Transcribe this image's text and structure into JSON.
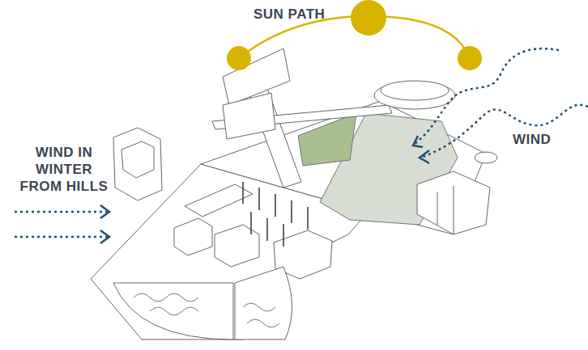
{
  "diagram": {
    "labels": [
      "SUN PATH",
      "WIND IN WINTER FROM HILLS",
      "WIND"
    ]
  }
}
